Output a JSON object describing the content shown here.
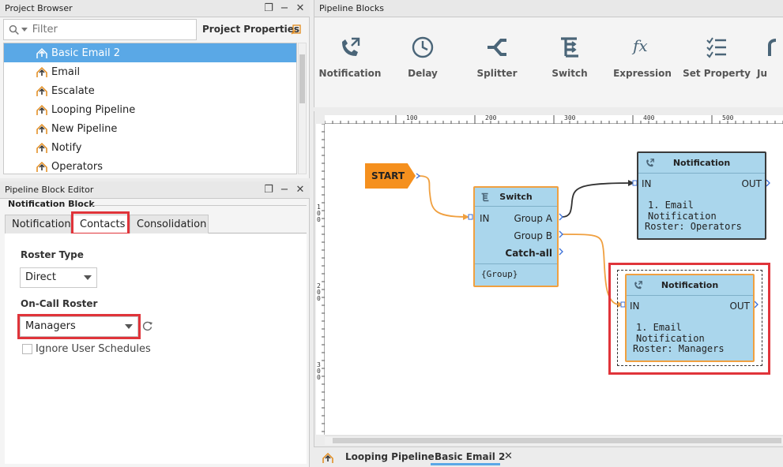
{
  "project_browser": {
    "title": "Project Browser",
    "filter_placeholder": "Filter",
    "properties_label": "Project Properties",
    "items": [
      {
        "label": "Basic Email 2",
        "selected": true
      },
      {
        "label": "Email"
      },
      {
        "label": "Escalate"
      },
      {
        "label": "Looping Pipeline"
      },
      {
        "label": "New Pipeline"
      },
      {
        "label": "Notify"
      },
      {
        "label": "Operators"
      }
    ]
  },
  "block_editor": {
    "title": "Pipeline Block Editor",
    "section": "Notification Block",
    "tabs": [
      {
        "label": "Notification"
      },
      {
        "label": "Contacts",
        "active": true
      },
      {
        "label": "Consolidation"
      }
    ],
    "roster_type_label": "Roster Type",
    "roster_type_value": "Direct",
    "oncall_label": "On-Call Roster",
    "oncall_value": "Managers",
    "ignore_label": "Ignore User Schedules"
  },
  "pipeline_blocks": {
    "title": "Pipeline Blocks",
    "tools": [
      {
        "label": "Notification",
        "icon": "phone-notification-icon"
      },
      {
        "label": "Delay",
        "icon": "clock-icon"
      },
      {
        "label": "Splitter",
        "icon": "splitter-icon"
      },
      {
        "label": "Switch",
        "icon": "switch-icon"
      },
      {
        "label": "Expression",
        "icon": "fx-icon"
      },
      {
        "label": "Set Property",
        "icon": "checklist-icon"
      },
      {
        "label": "Ju",
        "icon": "jump-icon"
      }
    ]
  },
  "canvas": {
    "ruler_h": [
      "100",
      "200",
      "300",
      "400",
      "500"
    ],
    "ruler_v": [
      "1\n0\n0",
      "2\n0\n0",
      "3\n0\n0"
    ],
    "start_label": "START",
    "switch_node": {
      "title": "Switch",
      "in": "IN",
      "outputs": [
        "Group A",
        "Group B",
        "Catch-all"
      ],
      "footer": "{Group}"
    },
    "notif_node_1": {
      "title": "Notification",
      "in": "IN",
      "out": "OUT",
      "line1": "1. Email Notification",
      "roster": "Roster: Operators"
    },
    "notif_node_2": {
      "title": "Notification",
      "in": "IN",
      "out": "OUT",
      "line1": "1. Email Notification",
      "roster": "Roster: Managers"
    }
  },
  "bottom_tabs": [
    {
      "label": "Looping Pipeline"
    },
    {
      "label": "Basic Email 2",
      "active": true
    }
  ],
  "colors": {
    "accent": "#5aa8e6",
    "node_fill": "#aad6ec",
    "start_orange": "#f5901e",
    "highlight_red": "#e0343a"
  }
}
